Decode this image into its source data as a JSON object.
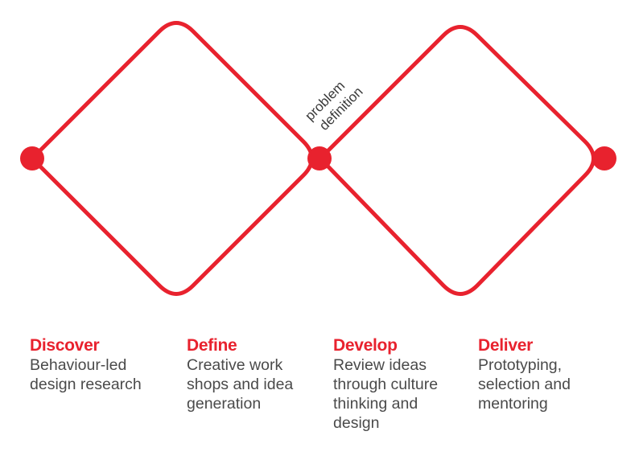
{
  "colors": {
    "accent": "#e8222e",
    "text": "#4a4a4a",
    "label": "#3a3a3a",
    "background": "#ffffff"
  },
  "diagram": {
    "midpoint_label_line1": "problem",
    "midpoint_label_line2": "definition"
  },
  "phases": [
    {
      "title": "Discover",
      "description": "Behaviour-led\ndesign research"
    },
    {
      "title": "Define",
      "description": "Creative work\nshops and idea\ngeneration"
    },
    {
      "title": "Develop",
      "description": "Review ideas\nthrough culture\nthinking and\ndesign"
    },
    {
      "title": "Deliver",
      "description": "Prototyping,\nselection and\nmentoring"
    }
  ]
}
